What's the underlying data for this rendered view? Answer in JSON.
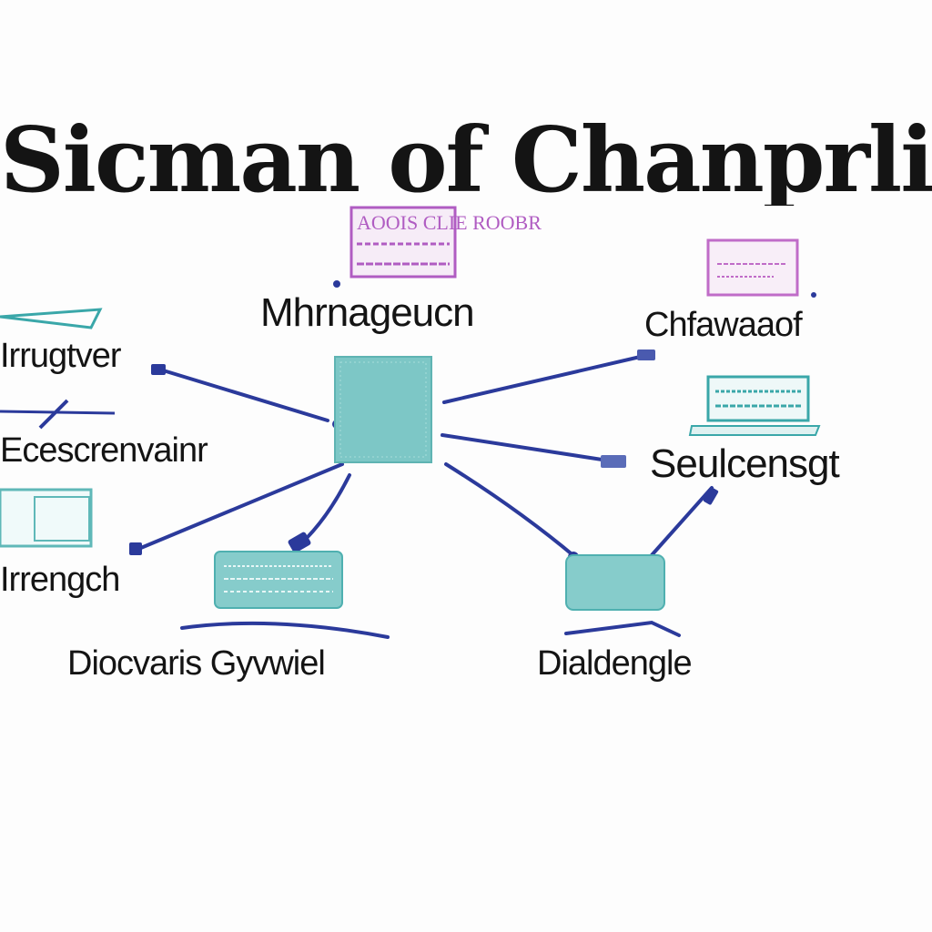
{
  "title": "Sicman of Chanprlier",
  "nodes": [
    {
      "key": "mhrnageucn",
      "label": "Mhrnageucn"
    },
    {
      "key": "chawaaof",
      "label": "Chfawaaof"
    },
    {
      "key": "seulcensgt",
      "label": "Seulcensgt"
    },
    {
      "key": "irrugtver",
      "label": "Irrugtver"
    },
    {
      "key": "ecescrenvainr",
      "label": "Ecescrenvainr"
    },
    {
      "key": "irrengch",
      "label": "Irrengch"
    },
    {
      "key": "dioqvaris",
      "label": "Diocvaris Gyvwiel"
    },
    {
      "key": "dialdengle",
      "label": "Dialdengle"
    }
  ],
  "stamp_text": "AOOIS CLIE ROOBR",
  "colors": {
    "line": "#2b3a9b",
    "teal": "#6fc2c3",
    "teal_dark": "#3aa7a9",
    "purple": "#b05cc2",
    "text": "#141414"
  },
  "icons": [
    "central-server-icon",
    "stamp-document-icon",
    "envelope-icon",
    "keyboard-icon",
    "laptop-icon",
    "folder-icon",
    "cable-connector-icon"
  ]
}
